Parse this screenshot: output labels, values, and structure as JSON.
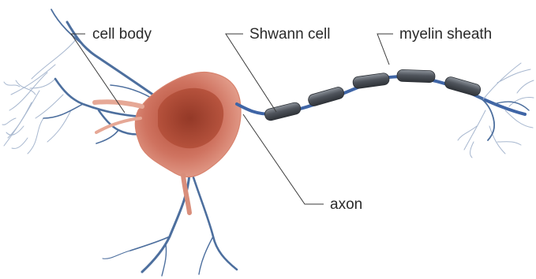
{
  "labels": {
    "cell_body": "cell body",
    "schwann_cell": "Shwann cell",
    "myelin_sheath": "myelin sheath",
    "axon": "axon"
  },
  "colors": {
    "soma_fill": "#c8654f",
    "soma_light": "#e7a08c",
    "nucleus": "#a8432f",
    "dendrite": "#4b6f9e",
    "fine_dendrite": "#9fb2cc",
    "myelin": "#4a4f57",
    "myelin_highlight": "#8a9099",
    "leader_line": "#3a3a3a"
  }
}
